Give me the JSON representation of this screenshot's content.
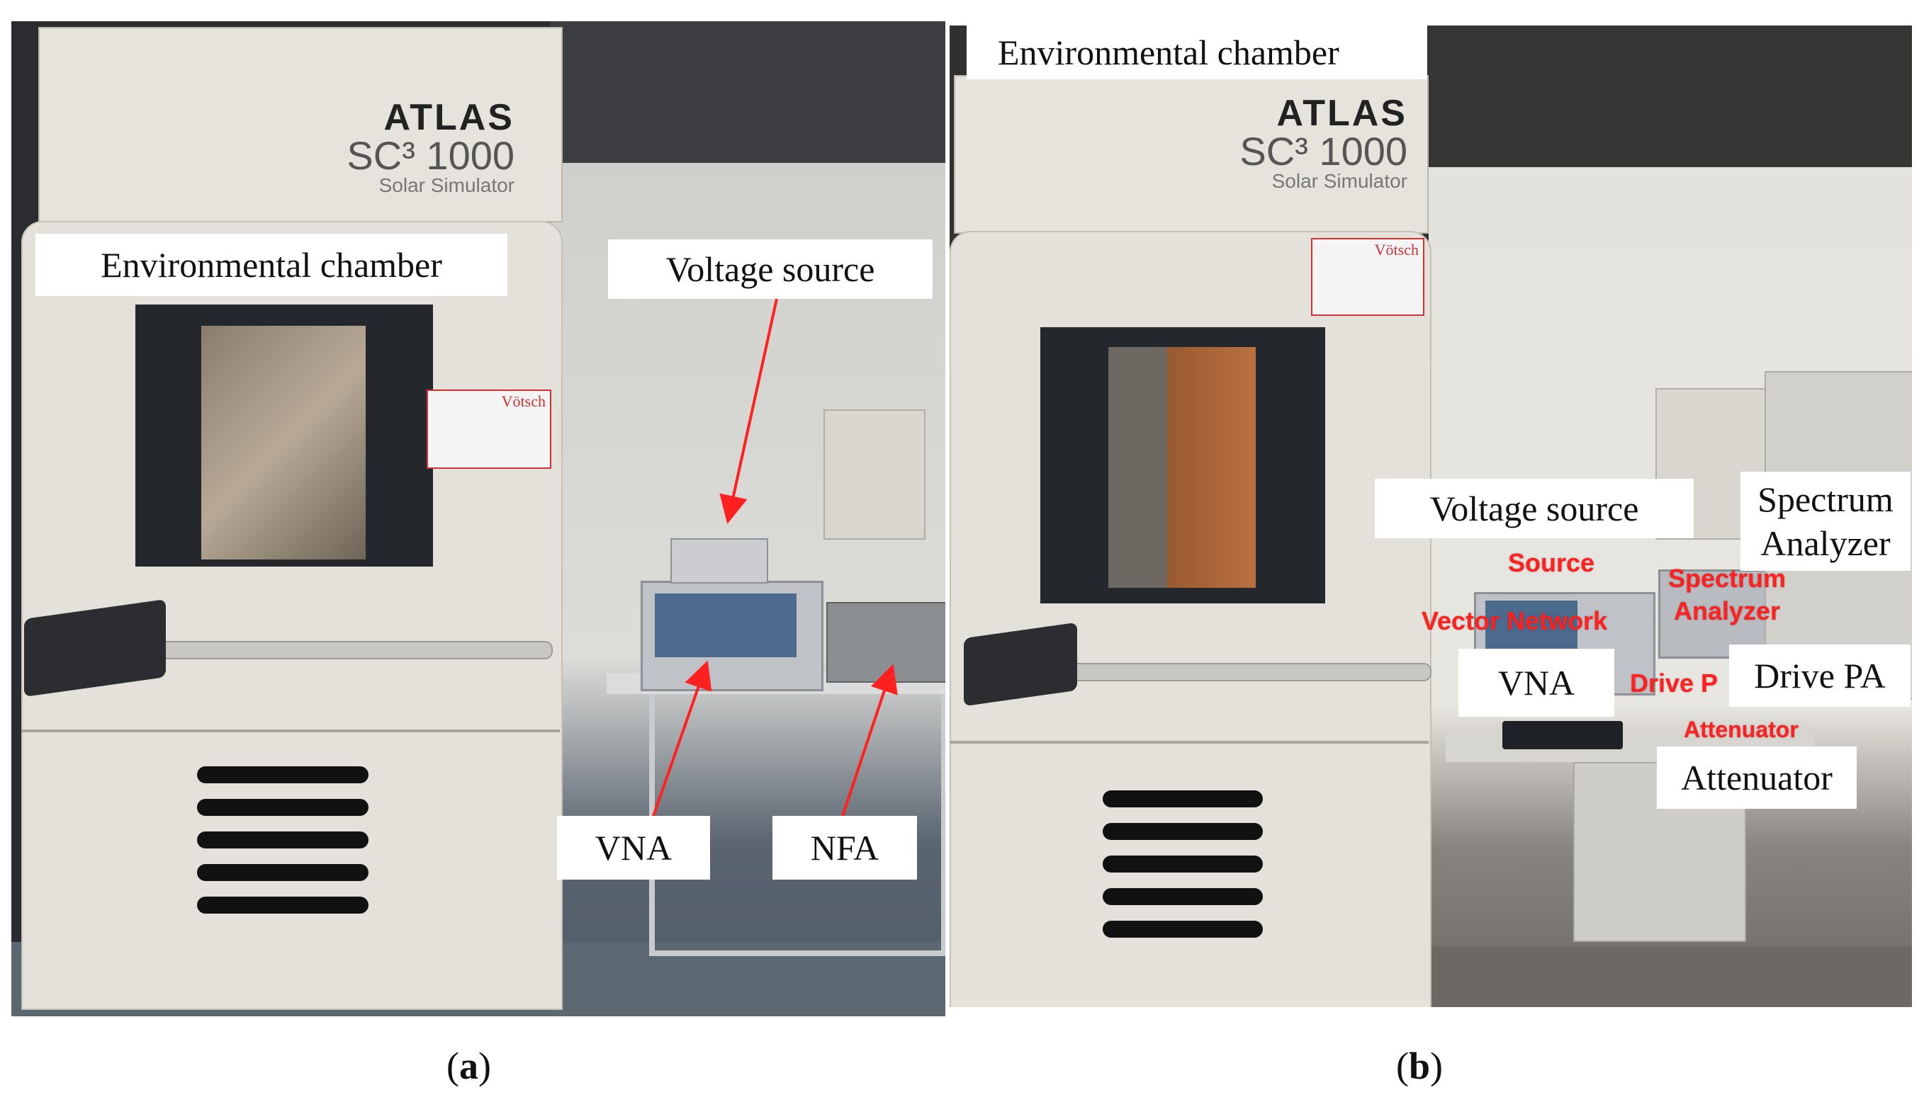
{
  "panel_a": {
    "brand": {
      "name": "ATLAS",
      "model": "SC³ 1000",
      "subtitle": "Solar Simulator"
    },
    "labels": {
      "chamber": "Environmental chamber",
      "voltage_source": "Voltage source",
      "vna": "VNA",
      "nfa": "NFA"
    },
    "sticker": "Vötsch"
  },
  "panel_b": {
    "brand": {
      "name": "ATLAS",
      "model": "SC³ 1000",
      "subtitle": "Solar Simulator"
    },
    "labels": {
      "chamber": "Environmental chamber",
      "voltage_source": "Voltage source",
      "spectrum_analyzer": "Spectrum Analyzer",
      "vna": "VNA",
      "drive_pa": "Drive PA",
      "attenuator": "Attenuator"
    },
    "red_annotations": {
      "source": "Source",
      "spectrum_line1": "Spectrum",
      "spectrum_line2": "Analyzer",
      "vector_network": "Vector Network",
      "drive_p": "Drive P",
      "attenuator": "Attenuator"
    },
    "sticker": "Vötsch"
  },
  "captions": {
    "a": "a",
    "b": "b"
  },
  "colors": {
    "chamber_body": "#e4e1db",
    "chamber_panel": "#d9d6cf",
    "window_frame": "#24272b",
    "arrow_red": "#ff2020",
    "background_wall": "#d8d8d4"
  }
}
